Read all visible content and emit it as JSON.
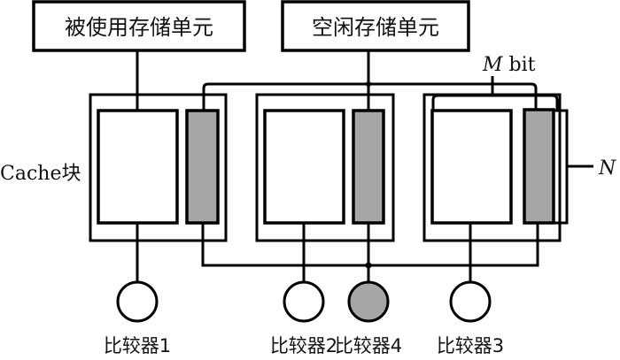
{
  "title_boxes": {
    "used": "被使用存储单元",
    "free": "空闲存储单元"
  },
  "labels": {
    "cache_block": "Cache块",
    "m_bit_var": "M",
    "m_bit_unit": " bit",
    "n": "N"
  },
  "comparators": [
    {
      "label": "比较器1",
      "highlighted": false
    },
    {
      "label": "比较器2",
      "highlighted": false
    },
    {
      "label": "比较器4",
      "highlighted": true
    },
    {
      "label": "比较器3",
      "highlighted": false
    }
  ],
  "colors": {
    "tag_fill": "#a6a6a6",
    "stroke": "#000000",
    "background": "#ffffff"
  }
}
